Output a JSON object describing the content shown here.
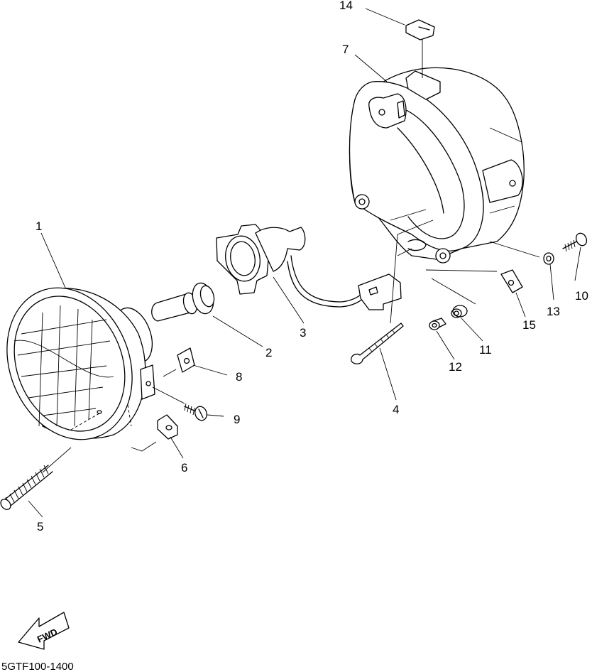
{
  "callouts": {
    "c1": "1",
    "c2": "2",
    "c3": "3",
    "c4": "4",
    "c5": "5",
    "c6": "6",
    "c7": "7",
    "c8": "8",
    "c9": "9",
    "c10": "10",
    "c11": "11",
    "c12": "12",
    "c13": "13",
    "c14": "14",
    "c15": "15"
  },
  "direction_arrow_label": "FWD",
  "diagram_code": "5GTF100-1400"
}
